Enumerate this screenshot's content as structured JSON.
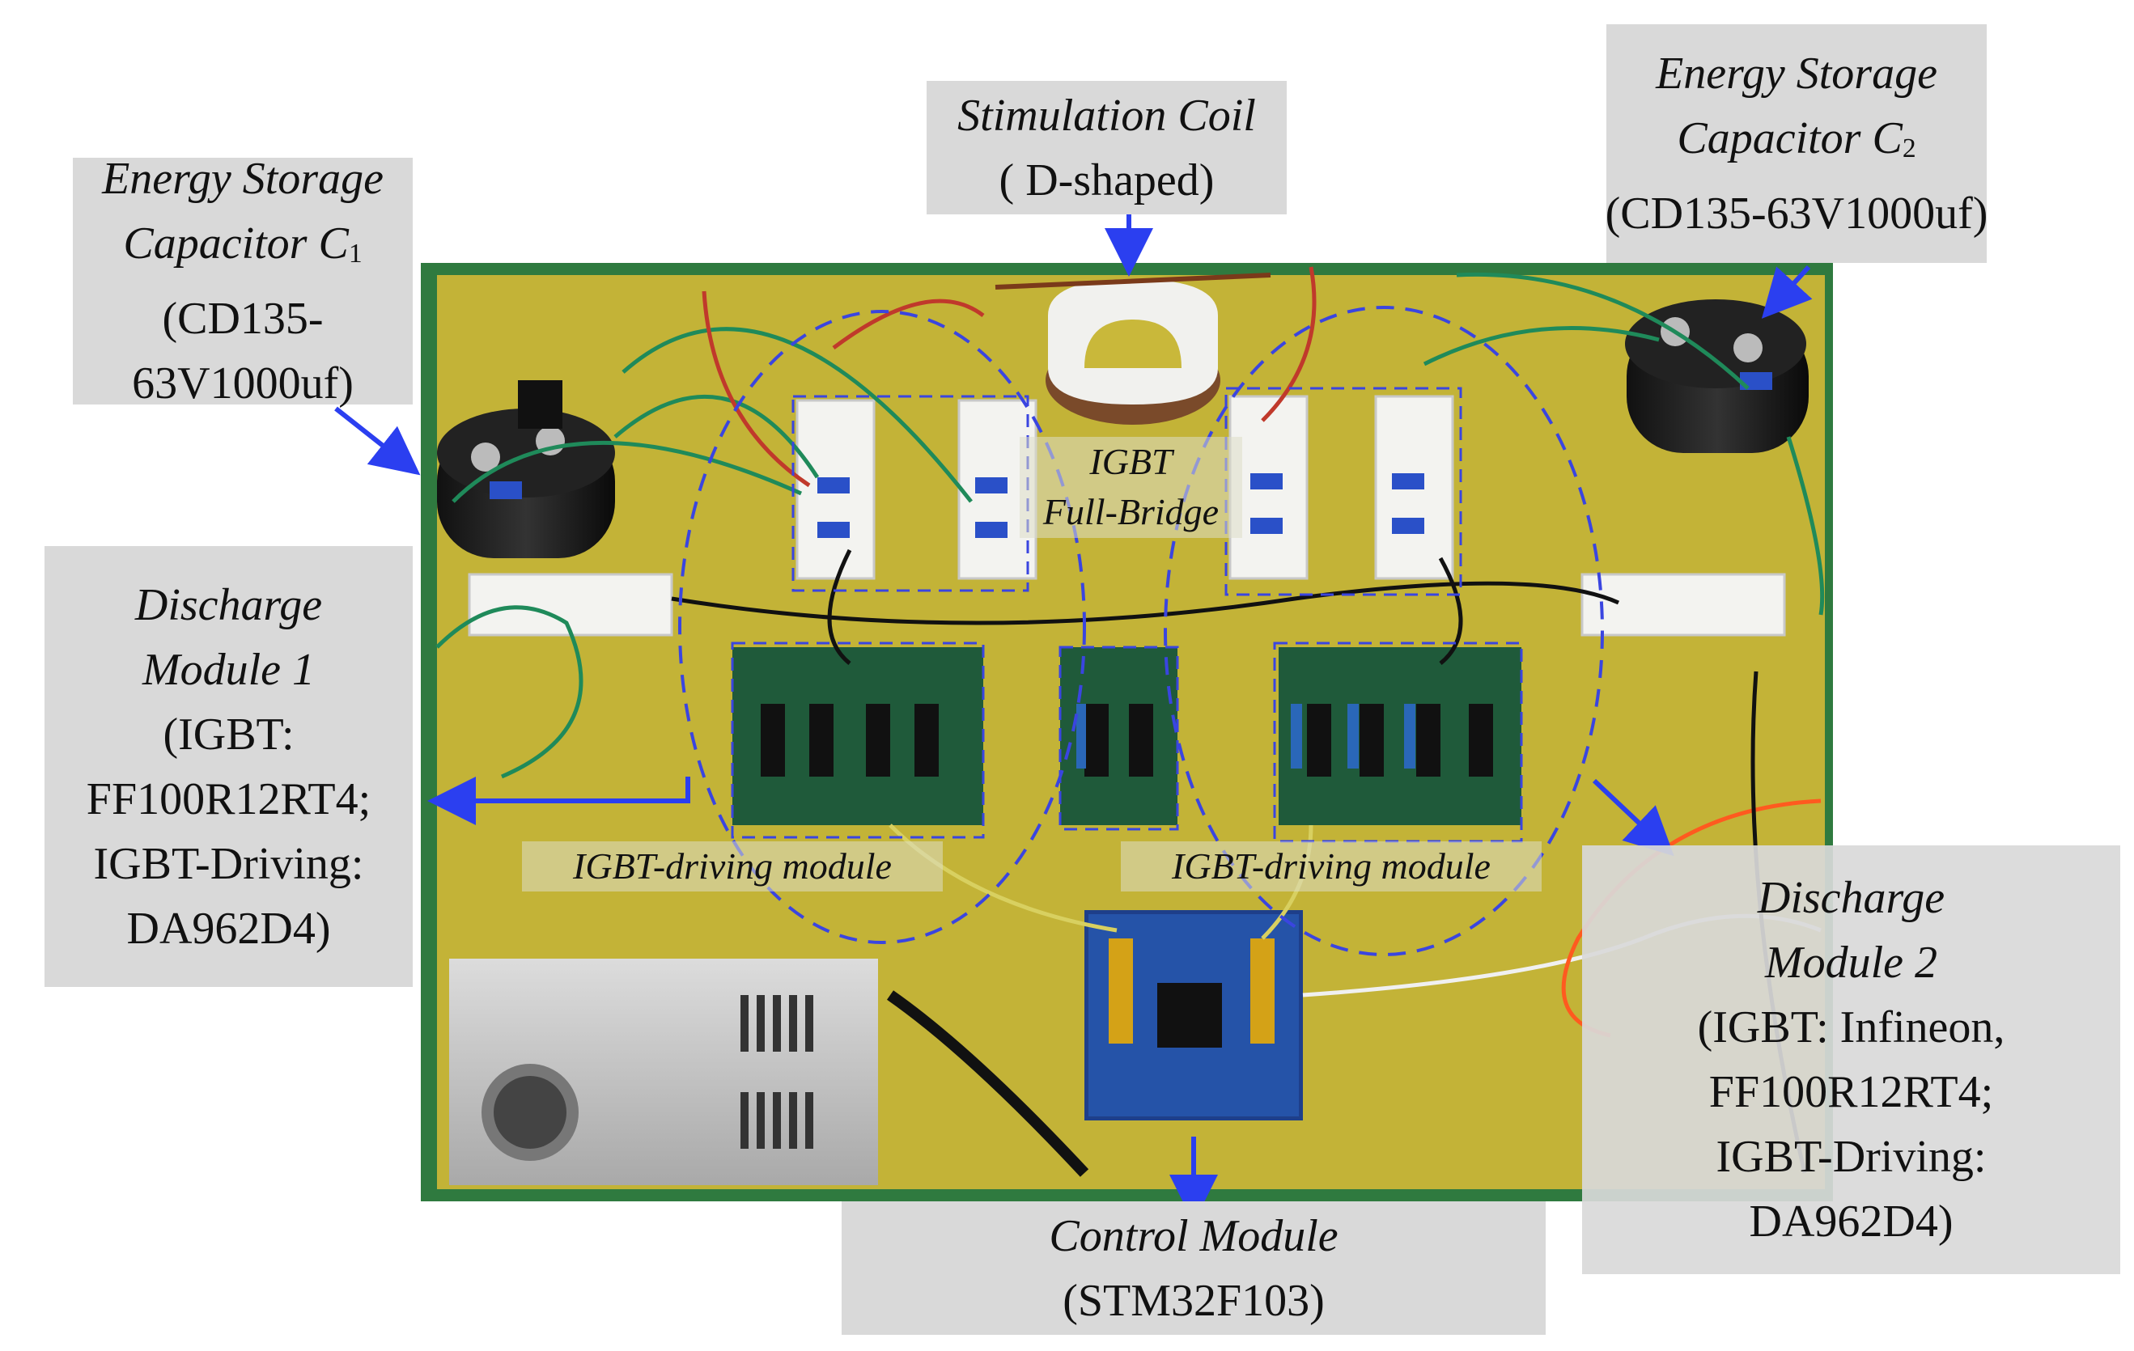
{
  "colors": {
    "board": "#c9b83a",
    "board_edge": "#2f7a3f",
    "arrow": "#2b3ff0",
    "callout_bg": "#d9d9d9"
  },
  "labels": {
    "cap_c1": {
      "line1": "Energy Storage",
      "line2_prefix": "Capacitor ",
      "line2_var": "C",
      "line2_sub": "1",
      "line3": "(CD135-",
      "line4": "63V1000uf)"
    },
    "coil": {
      "line1": "Stimulation Coil",
      "line2": "( D-shaped)"
    },
    "cap_c2": {
      "line1": "Energy Storage",
      "line2_prefix": "Capacitor ",
      "line2_var": "C",
      "line2_sub": "2",
      "line3": "(CD135-63V1000uf)"
    },
    "discharge1": {
      "line1": "Discharge",
      "line2": "Module 1",
      "line3": "(IGBT:",
      "line4": "FF100R12RT4;",
      "line5": "IGBT-Driving:",
      "line6": "DA962D4)"
    },
    "discharge2": {
      "line1": "Discharge",
      "line2": "Module 2",
      "line3": "(IGBT: Infineon,",
      "line4": "FF100R12RT4;",
      "line5": "IGBT-Driving:",
      "line6": "DA962D4)"
    },
    "control": {
      "line1": "Control Module",
      "line2": "(STM32F103)"
    },
    "full_bridge": {
      "line1": "IGBT",
      "line2": "Full-Bridge"
    },
    "driving_left": "IGBT-driving module",
    "driving_right": "IGBT-driving module"
  }
}
